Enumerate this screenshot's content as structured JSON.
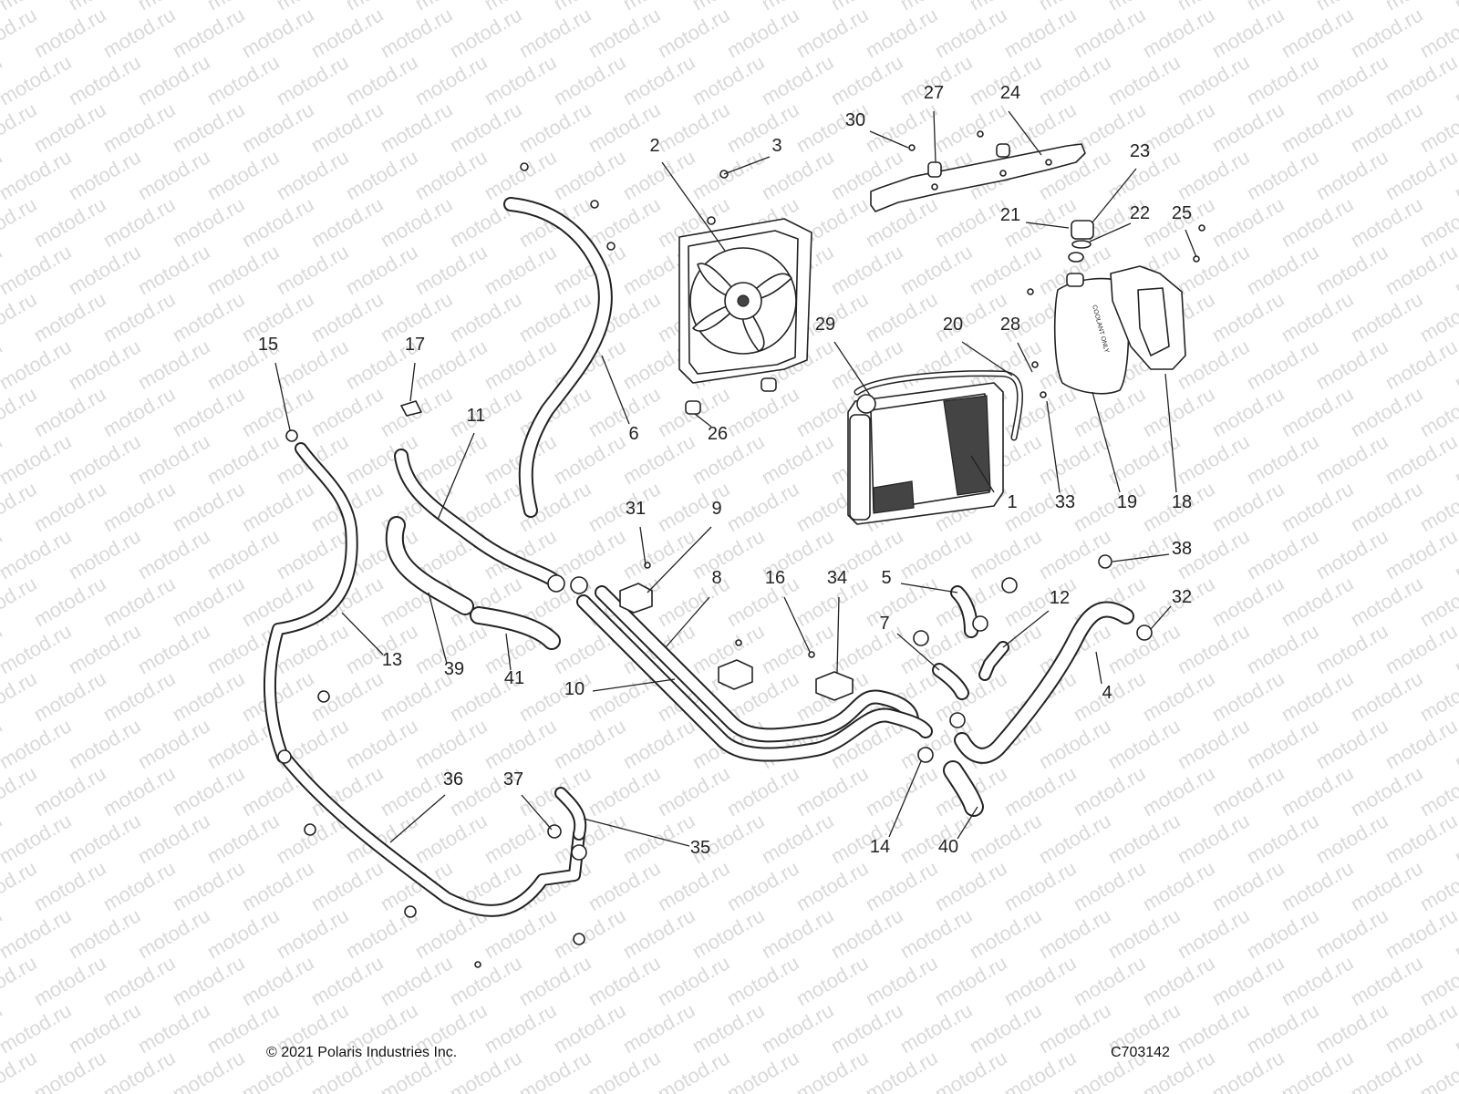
{
  "watermark": "motod.ru",
  "callouts": [
    {
      "id": "c1",
      "label": "1"
    },
    {
      "id": "c2",
      "label": "2"
    },
    {
      "id": "c3",
      "label": "3"
    },
    {
      "id": "c4",
      "label": "4"
    },
    {
      "id": "c5",
      "label": "5"
    },
    {
      "id": "c6",
      "label": "6"
    },
    {
      "id": "c7",
      "label": "7"
    },
    {
      "id": "c8",
      "label": "8"
    },
    {
      "id": "c9",
      "label": "9"
    },
    {
      "id": "c10",
      "label": "10"
    },
    {
      "id": "c11",
      "label": "11"
    },
    {
      "id": "c12",
      "label": "12"
    },
    {
      "id": "c13",
      "label": "13"
    },
    {
      "id": "c14",
      "label": "14"
    },
    {
      "id": "c15",
      "label": "15"
    },
    {
      "id": "c16",
      "label": "16"
    },
    {
      "id": "c17",
      "label": "17"
    },
    {
      "id": "c18",
      "label": "18"
    },
    {
      "id": "c19",
      "label": "19"
    },
    {
      "id": "c20",
      "label": "20"
    },
    {
      "id": "c21",
      "label": "21"
    },
    {
      "id": "c22",
      "label": "22"
    },
    {
      "id": "c23",
      "label": "23"
    },
    {
      "id": "c24",
      "label": "24"
    },
    {
      "id": "c25",
      "label": "25"
    },
    {
      "id": "c26",
      "label": "26"
    },
    {
      "id": "c27",
      "label": "27"
    },
    {
      "id": "c28",
      "label": "28"
    },
    {
      "id": "c29",
      "label": "29"
    },
    {
      "id": "c30",
      "label": "30"
    },
    {
      "id": "c31",
      "label": "31"
    },
    {
      "id": "c32",
      "label": "32"
    },
    {
      "id": "c33",
      "label": "33"
    },
    {
      "id": "c34",
      "label": "34"
    },
    {
      "id": "c35",
      "label": "35"
    },
    {
      "id": "c36",
      "label": "36"
    },
    {
      "id": "c37",
      "label": "37"
    },
    {
      "id": "c38",
      "label": "38"
    },
    {
      "id": "c39",
      "label": "39"
    },
    {
      "id": "c40",
      "label": "40"
    },
    {
      "id": "c41",
      "label": "41"
    }
  ],
  "tank_label": "COOLANT ONLY",
  "footer": {
    "copyright": "© 2021 Polaris Industries Inc.",
    "drawing_code": "C703142"
  }
}
